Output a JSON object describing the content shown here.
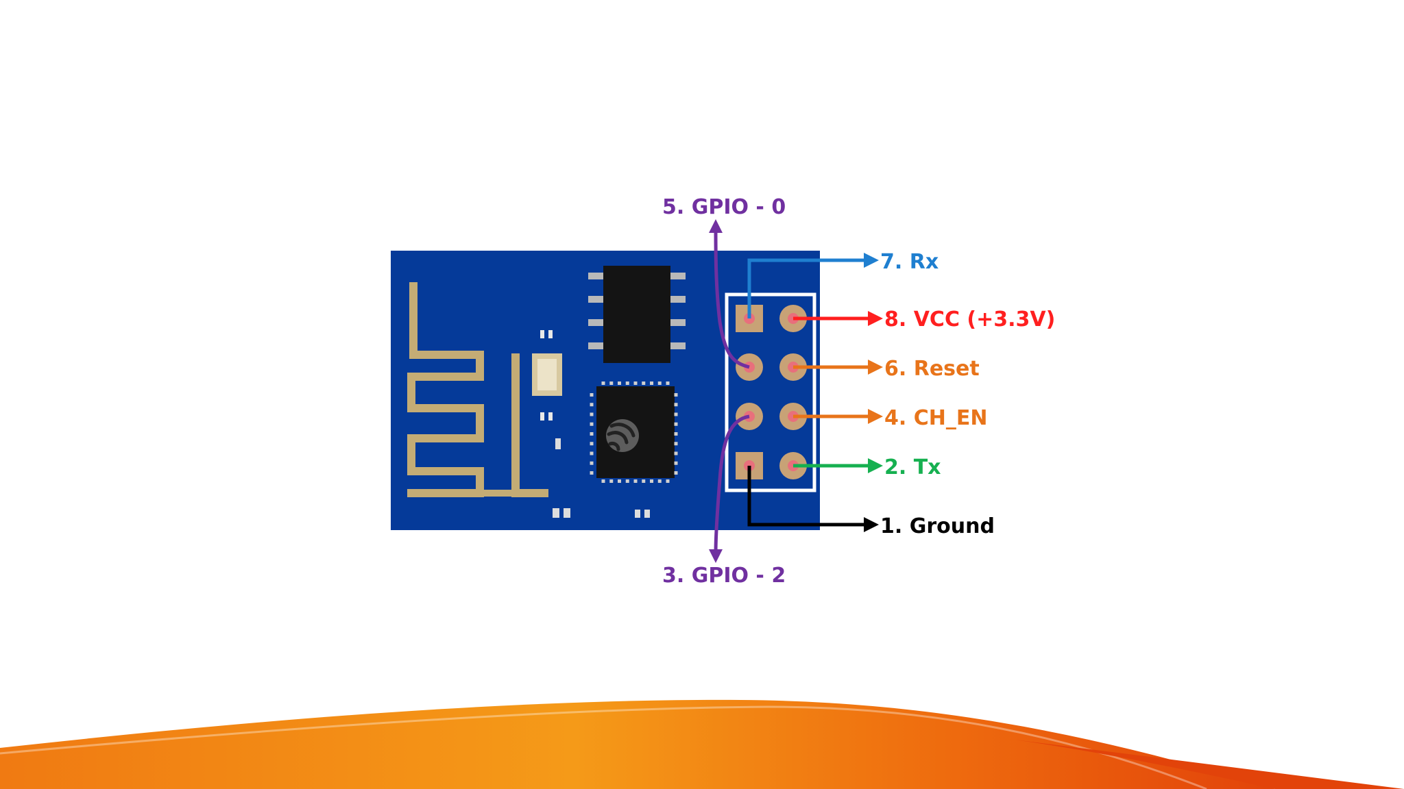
{
  "colors": {
    "board": "#053a99",
    "trace": "#c4ac75",
    "chip": "#141414",
    "pin_outline": "#ffffff",
    "pad": "#c8a276",
    "pad_hole": "#e86f7c",
    "gpio": "#7030a0",
    "rx": "#1f7fd0",
    "vcc": "#ff1f1f",
    "reset": "#e8741a",
    "ch_en": "#e8741a",
    "tx": "#16b050",
    "ground": "#000000",
    "wave_dark": "#e94b0a",
    "wave_light": "#f8a21d"
  },
  "labels": {
    "gpio0": "5. GPIO - 0",
    "rx": "7. Rx",
    "vcc": "8. VCC (+3.3V)",
    "reset": "6. Reset",
    "ch_en": "4. CH_EN",
    "tx": "2. Tx",
    "ground": "1. Ground",
    "gpio2": "3. GPIO - 2"
  },
  "icons": {
    "chip_logo": "espressif-logo-icon"
  }
}
